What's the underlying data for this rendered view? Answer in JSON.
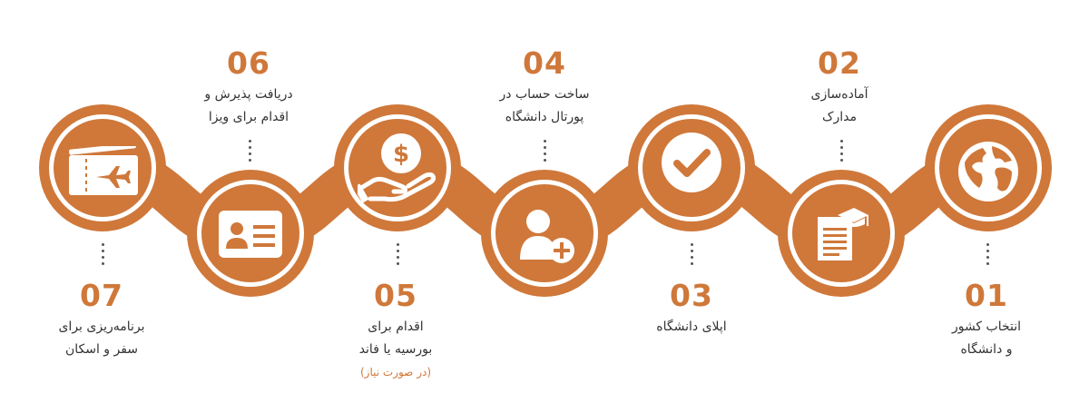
{
  "colors": {
    "accent": "#cf783a",
    "text": "#333333",
    "background": "#ffffff"
  },
  "steps": [
    {
      "number": "01",
      "line1": "انتخاب کشور",
      "line2": "و دانشگاه",
      "icon": "globe-icon"
    },
    {
      "number": "02",
      "line1": "آماده‌سازی",
      "line2": "مدارک",
      "icon": "document-graduation-cap-icon"
    },
    {
      "number": "03",
      "line1": "اپلای دانشگاه",
      "line2": "",
      "icon": "checkmark-circle-icon"
    },
    {
      "number": "04",
      "line1": "ساخت حساب در",
      "line2": "پورتال دانشگاه",
      "icon": "add-user-icon"
    },
    {
      "number": "05",
      "line1": "اقدام برای",
      "line2": "بورسیه یا فاند",
      "note": "(در صورت نیاز)",
      "icon": "hand-dollar-icon"
    },
    {
      "number": "06",
      "line1": "دریافت پذیرش و",
      "line2": "اقدام برای ویزا",
      "icon": "id-card-icon"
    },
    {
      "number": "07",
      "line1": "برنامه‌ریزی برای",
      "line2": "سفر و اسکان",
      "icon": "plane-ticket-icon"
    }
  ]
}
